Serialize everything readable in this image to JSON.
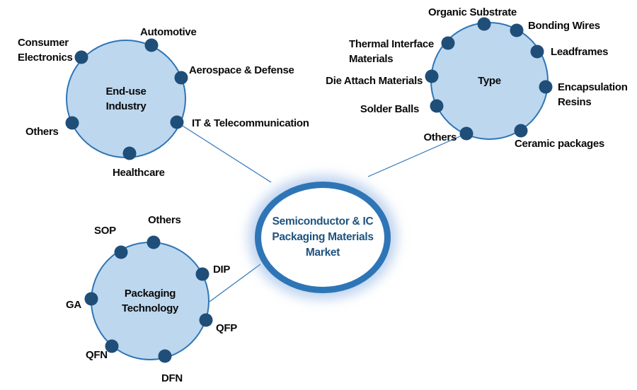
{
  "diagram": {
    "center": {
      "title": "Semiconductor & IC Packaging Materials Market",
      "title_lines": "Semiconductor & IC\nPackaging Materials\nMarket"
    },
    "groups": [
      {
        "name": "End-use Industry",
        "label_lines": "End-use\nIndustry",
        "items": [
          "Automotive",
          "Consumer\nElectronics",
          "Aerospace & Defense",
          "IT & Telecommunication",
          "Healthcare",
          "Others"
        ]
      },
      {
        "name": "Type",
        "label_lines": "Type",
        "items": [
          "Organic Substrate",
          "Bonding Wires",
          "Leadframes",
          "Encapsulation\nResins",
          "Ceramic packages",
          "Others",
          "Solder Balls",
          "Die Attach Materials",
          "Thermal Interface\nMaterials"
        ]
      },
      {
        "name": "Packaging Technology",
        "label_lines": "Packaging\nTechnology",
        "items": [
          "Others",
          "SOP",
          "DIP",
          "GA",
          "QFP",
          "QFN",
          "DFN"
        ]
      }
    ],
    "colors": {
      "circle_fill": "#BDD7EE",
      "circle_stroke": "#2E75B6",
      "node_dot": "#1F4E79",
      "connector_line": "#2E75B6",
      "center_ring": "#2E75B6",
      "center_glow": "#8CB1E2",
      "center_text": "#1F5380",
      "label_text": "#0A0A0A"
    }
  }
}
